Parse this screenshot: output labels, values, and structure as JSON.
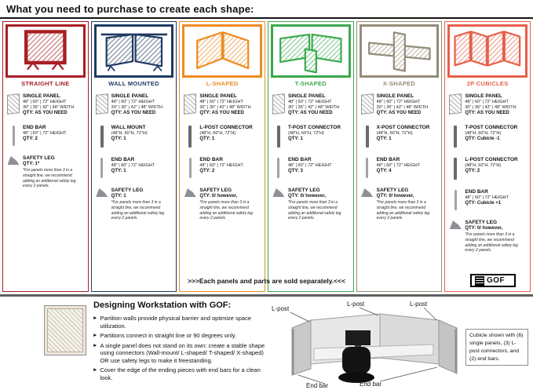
{
  "title": "What you need to purchase to create each shape:",
  "sold_note": ">>>Each panels and parts are sold separately.<<<",
  "brand": "GOF",
  "columns": [
    {
      "label": "STRAIGHT LINE",
      "color": "#a81e24",
      "shape": "straight",
      "icon": "straight-line-shape-icon",
      "parts": [
        {
          "icon": "single-panel-icon",
          "name": "SINGLE PANEL",
          "dims": [
            "48\" | 60\" | 72\" HEIGHT",
            "30\" | 36\" | 42\" | 48\" WIDTH"
          ],
          "qty": "QTY: AS YOU NEED"
        },
        {
          "icon": "end-bar-icon",
          "name": "END BAR",
          "dims": [
            "48\" | 60\" | 72\" HEIGHT"
          ],
          "qty": "QTY: 2"
        },
        {
          "icon": "safety-leg-icon",
          "name": "SAFETY LEG",
          "qty": "QTY: 1*",
          "note": "*For panels more than 3 in a straight line, we recommend adding an additional safety leg every 2 panels."
        }
      ]
    },
    {
      "label": "WALL MOUNTED",
      "color": "#1f3a63",
      "shape": "wall-mounted",
      "icon": "wall-mounted-shape-icon",
      "parts": [
        {
          "icon": "single-panel-icon",
          "name": "SINGLE PANEL",
          "dims": [
            "48\" | 60\" | 72\" HEIGHT",
            "30\" | 36\" | 42\" | 48\" WIDTH"
          ],
          "qty": "QTY: AS YOU NEED"
        },
        {
          "icon": "wall-mount-icon",
          "name": "WALL MOUNT",
          "dims": [
            "(48\"H, 60\"H, 72\"H)"
          ],
          "qty": "QTY: 1"
        },
        {
          "icon": "end-bar-icon",
          "name": "END BAR",
          "dims": [
            "48\" | 60\" | 72\" HEIGHT"
          ],
          "qty": "QTY: 1"
        },
        {
          "icon": "safety-leg-icon",
          "name": "SAFETY LEG",
          "qty": "QTY: 1",
          "note": "*For panels more than 3 in a straight line, we recommend adding an additional safety leg every 2 panels."
        }
      ]
    },
    {
      "label": "L-SHAPED",
      "color": "#ef8b22",
      "shape": "l-shaped",
      "icon": "l-shaped-shape-icon",
      "parts": [
        {
          "icon": "single-panel-icon",
          "name": "SINGLE PANEL",
          "dims": [
            "48\" | 60\" | 72\" HEIGHT",
            "30\" | 36\" | 42\" | 48\" WIDTH"
          ],
          "qty": "QTY: AS YOU NEED"
        },
        {
          "icon": "l-post-connector-icon",
          "name": "L-POST CONNECTOR",
          "dims": [
            "(48\"H, 60\"H, 72\"H)"
          ],
          "qty": "QTY: 1"
        },
        {
          "icon": "end-bar-icon",
          "name": "END BAR",
          "dims": [
            "48\" | 60\" | 72\" HEIGHT"
          ],
          "qty": "QTY: 2"
        },
        {
          "icon": "safety-leg-icon",
          "name": "SAFETY LEG",
          "qty": "QTY: 0/ however,",
          "note": "*For panels more than 3 in a straight line, we recommend adding an additional safety leg every 2 panels."
        }
      ]
    },
    {
      "label": "T-SHAPED",
      "color": "#3aa94e",
      "shape": "t-shaped",
      "icon": "t-shaped-shape-icon",
      "parts": [
        {
          "icon": "single-panel-icon",
          "name": "SINGLE PANEL",
          "dims": [
            "48\" | 60\" | 72\" HEIGHT",
            "30\" | 36\" | 42\" | 48\" WIDTH"
          ],
          "qty": "QTY: AS YOU NEED"
        },
        {
          "icon": "t-post-connector-icon",
          "name": "T-POST CONNECTOR",
          "dims": [
            "(48\"H, 60\"H, 72\"H)"
          ],
          "qty": "QTY: 1"
        },
        {
          "icon": "end-bar-icon",
          "name": "END BAR",
          "dims": [
            "48\" | 60\" | 72\" HEIGHT"
          ],
          "qty": "QTY: 3"
        },
        {
          "icon": "safety-leg-icon",
          "name": "SAFETY LEG",
          "qty": "QTY: 0/ however,",
          "note": "*For panels more than 3 in a straight line, we recommend adding an additional safety leg every 2 panels."
        }
      ]
    },
    {
      "label": "X-SHAPED",
      "color": "#948c7a",
      "shape": "x-shaped",
      "icon": "x-shaped-shape-icon",
      "parts": [
        {
          "icon": "single-panel-icon",
          "name": "SINGLE PANEL",
          "dims": [
            "48\" | 60\" | 72\" HEIGHT",
            "30\" | 36\" | 42\" | 48\" WIDTH"
          ],
          "qty": "QTY: AS YOU NEED"
        },
        {
          "icon": "x-post-connector-icon",
          "name": "X-POST CONNECTOR",
          "dims": [
            "(48\"H, 60\"H, 72\"H)"
          ],
          "qty": "QTY: 1"
        },
        {
          "icon": "end-bar-icon",
          "name": "END BAR",
          "dims": [
            "48\" | 60\" | 72\" HEIGHT"
          ],
          "qty": "QTY: 4"
        },
        {
          "icon": "safety-leg-icon",
          "name": "SAFETY LEG",
          "qty": "QTY: 0/ however,",
          "note": "*For panels more than 3 in a straight line, we recommend adding an additional safety leg every 2 panels."
        }
      ]
    },
    {
      "label": "2P CUBICLES",
      "color": "#e5604b",
      "shape": "cubicles",
      "icon": "2p-cubicles-shape-icon",
      "parts": [
        {
          "icon": "single-panel-icon",
          "name": "SINGLE PANEL",
          "dims": [
            "48\" | 60\" | 72\" HEIGHT",
            "30\" | 36\" | 42\" | 48\" WIDTH"
          ],
          "qty": "QTY: AS YOU NEED"
        },
        {
          "icon": "t-post-connector-icon",
          "name": "T-POST CONNECTOR",
          "dims": [
            "(48\"H, 60\"H, 72\"H)"
          ],
          "qty": "QTY: Cubicle -1"
        },
        {
          "icon": "l-post-connector-icon",
          "name": "L-POST CONNECTOR",
          "dims": [
            "(48\"H, 60\"H, 72\"H)"
          ],
          "qty": "QTY: 2"
        },
        {
          "icon": "end-bar-icon",
          "name": "END BAR",
          "dims": [
            "48\" | 60\" | 72\" HEIGHT"
          ],
          "qty": "QTY: Cubicle +1"
        },
        {
          "icon": "safety-leg-icon",
          "name": "SAFETY LEG",
          "qty": "QTY: 0/ however,",
          "note": "*For panels more than 3 in a straight line, we recommend adding an additional safety leg every 2 panels."
        }
      ]
    }
  ],
  "footer": {
    "heading": "Designing Workstation with GOF:",
    "bullet_marker": "►",
    "bullets": [
      "Partition walls provide physical barrier and optimize space utilization.",
      "Partitions connect in straight line or 90 degrees only.",
      "A single panel does not stand on its own: create a stable shape using connectors (Wall-mount/ L-shaped/ T-shaped/ X-shaped) OR use safety legs to make it freestanding.",
      "Cover the edge of the ending pieces with end bars for a clean look."
    ],
    "cubicle_caption": "Cubicle shown with (6) single panels, (3) L-post connectors, and (2) end bars.",
    "labels": {
      "l_post": "L-post",
      "end_bar": "End bar"
    }
  }
}
